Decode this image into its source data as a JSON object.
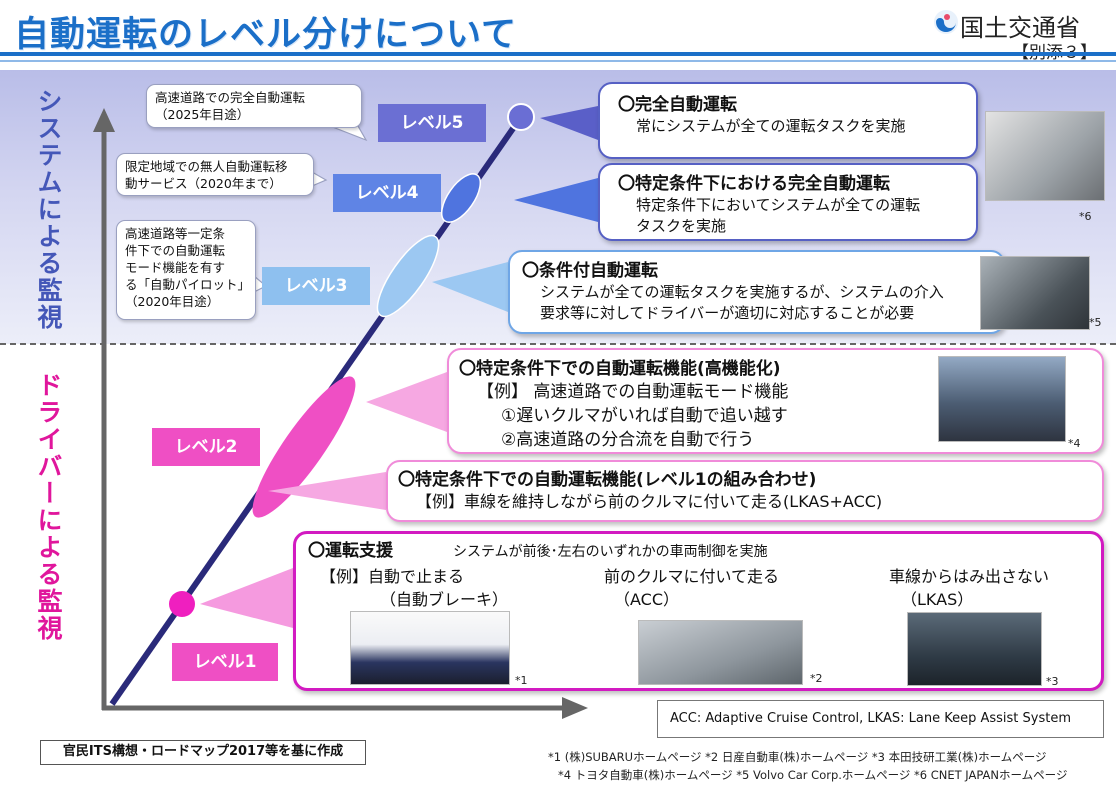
{
  "header": {
    "title": "自動運転のレベル分けについて",
    "ministry": "国土交通省",
    "attachment": "【別添３】"
  },
  "axes": {
    "system_monitoring": "システムによる監視",
    "driver_monitoring": "ドライバーによる監視"
  },
  "callouts": {
    "level5": [
      "高速道路での完全自動運転",
      "（2025年目途）"
    ],
    "level4": [
      "限定地域での無人自動運転移",
      "動サービス（2020年まで）"
    ],
    "level3": [
      "高速道路等一定条",
      "件下での自動運転",
      "モード機能を有す",
      "る「自動パイロット」",
      "（2020年目途）"
    ]
  },
  "levels": {
    "l5": "レベル5",
    "l4": "レベル4",
    "l3": "レベル3",
    "l2": "レベル2",
    "l1": "レベル1"
  },
  "boxes": {
    "level5": {
      "heading": "〇完全自動運転",
      "text": [
        "常にシステムが全ての運転タスクを実施"
      ]
    },
    "level4": {
      "heading": "〇特定条件下における完全自動運転",
      "text": [
        "特定条件下においてシステムが全ての運転",
        "タスクを実施"
      ]
    },
    "level3": {
      "heading": "〇条件付自動運転",
      "text": [
        "システムが全ての運転タスクを実施するが、システムの介入",
        "要求等に対してドライバーが適切に対応することが必要"
      ]
    },
    "level2_advanced": {
      "heading": "〇特定条件下での自動運転機能(高機能化)",
      "text": [
        "【例】 高速道路での自動運転モード機能",
        "①遅いクルマがいれば自動で追い越す",
        "②高速道路の分合流を自動で行う"
      ]
    },
    "level2": {
      "heading": "〇特定条件下での自動運転機能(レベル1の組み合わせ)",
      "text": [
        "【例】車線を維持しながら前のクルマに付いて走る(LKAS+ACC)"
      ]
    },
    "level1": {
      "heading": "〇運転支援",
      "subtitle": "システムが前後･左右のいずれかの車両制御を実施",
      "examples": [
        {
          "line1": "【例】自動で止まる",
          "line2": "（自動ブレーキ）"
        },
        {
          "line1": "前のクルマに付いて走る",
          "line2": "（ACC）"
        },
        {
          "line1": "車線からはみ出さない",
          "line2": "（LKAS）"
        }
      ]
    }
  },
  "photo_refs": {
    "p6": "*6",
    "p5": "*5",
    "p4": "*4",
    "p1": "*1",
    "p2": "*2",
    "p3": "*3"
  },
  "abbreviations": "ACC: Adaptive Cruise Control,  LKAS: Lane Keep Assist System",
  "source": "官民ITS構想・ロードマップ2017等を基に作成",
  "footnotes": [
    "*1 (株)SUBARUホームページ  *2 日産自動車(株)ホームページ  *3 本田技研工業(株)ホームページ",
    "*4 トヨタ自動車(株)ホームページ  *5 Volvo Car Corp.ホームページ  *6 CNET JAPANホームページ"
  ],
  "colors": {
    "title": "#1b6fc8",
    "system_zone": "#c9ccef",
    "system_text": "#4457b8",
    "driver_text": "#e0169c",
    "level1_border": "#d21ac1"
  }
}
